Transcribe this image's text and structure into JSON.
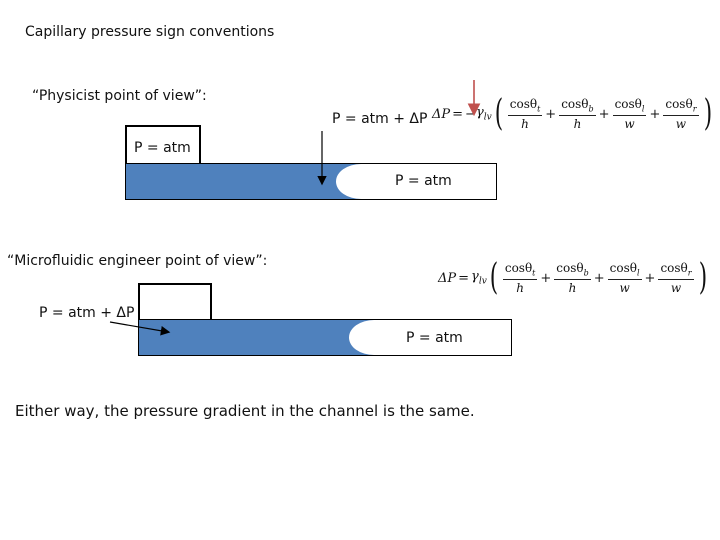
{
  "title": "Capillary pressure sign conventions",
  "physicist": {
    "heading": "“Physicist point of view”:",
    "left_label": "P = atm",
    "arrow_label": "P = atm + ΔP",
    "right_label": "P = atm"
  },
  "engineer": {
    "heading": "“Microfluidic engineer point of view”:",
    "left_label": "P = atm + ΔP",
    "right_label": "P = atm"
  },
  "equation": {
    "lhs": "ΔP",
    "eq": "=",
    "neg": "−",
    "gamma": "γ",
    "gamma_sub": "lv",
    "terms": [
      {
        "num": "cosθ",
        "sub": "t",
        "den": "h"
      },
      {
        "num": "cosθ",
        "sub": "b",
        "den": "h"
      },
      {
        "num": "cosθ",
        "sub": "l",
        "den": "w"
      },
      {
        "num": "cosθ",
        "sub": "r",
        "den": "w"
      }
    ],
    "plus": "+"
  },
  "conclusion": "Either way, the pressure gradient in the channel is the same.",
  "colors": {
    "fluid": "#4f81bd",
    "red_arrow": "#c0504d",
    "outline": "#000000"
  }
}
